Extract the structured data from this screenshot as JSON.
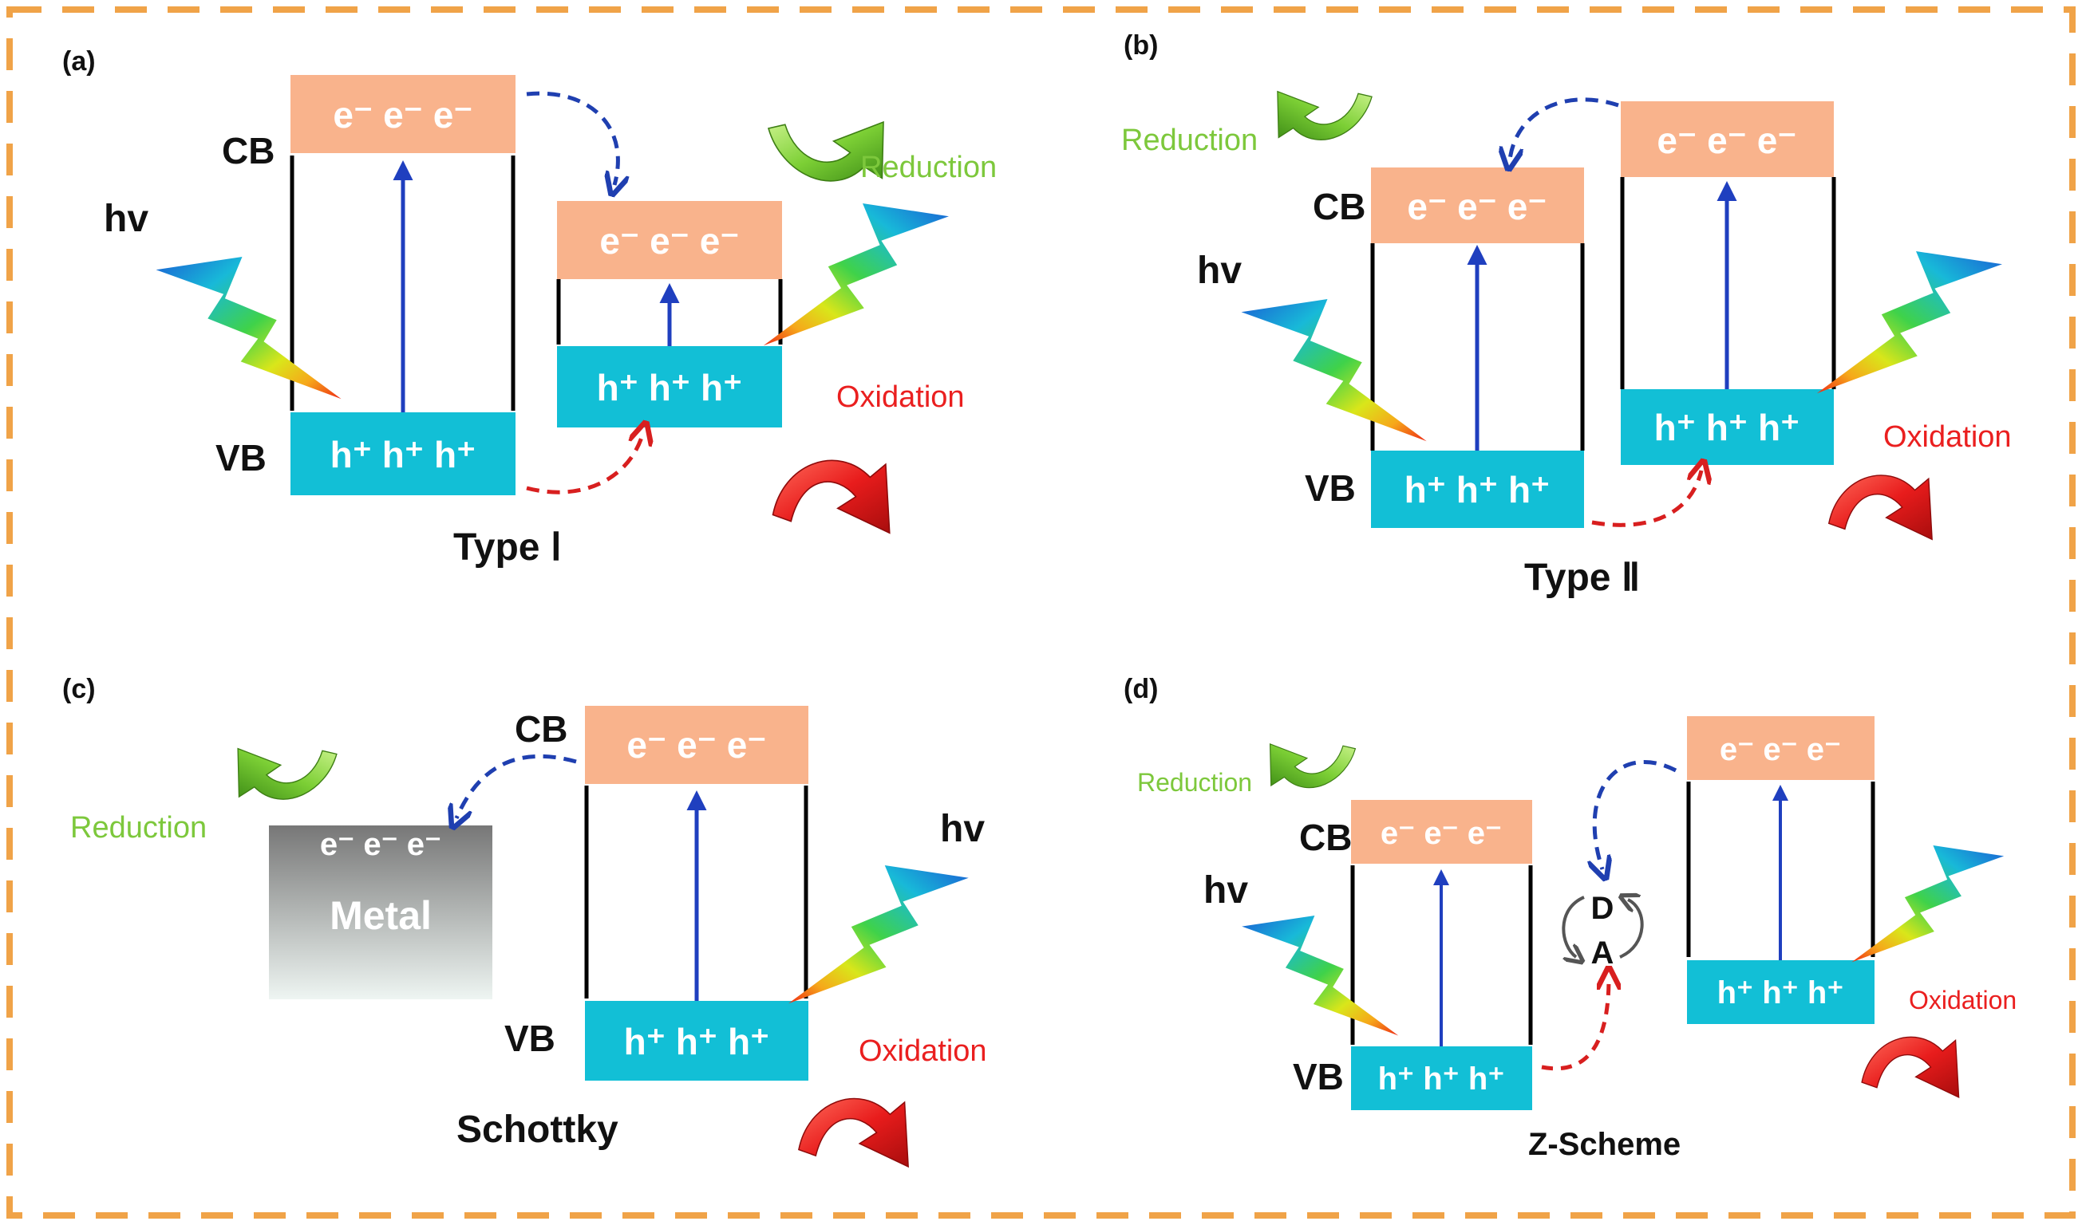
{
  "colors": {
    "cb_fill": "#f9b38c",
    "vb_fill": "#12bfd6",
    "frame_dash": "#f0a348",
    "excitation_arrow": "#1f3fbf",
    "electron_transfer": "#1f3fb0",
    "hole_transfer": "#d81f1f",
    "reduction_text": "#7dc83c",
    "oxidation_text": "#ea1f1f",
    "metal_gradient_top": "#7a7a7a",
    "metal_gradient_bottom": "#eef5f2"
  },
  "icons": {
    "light": "rainbow-lightning-bolt-icon",
    "reduction": "green-curved-arrow-icon",
    "oxidation": "red-curved-arrow-icon"
  },
  "panels": {
    "a": {
      "label": "(a)",
      "cb_label": "CB",
      "vb_label": "VB",
      "hv_label": "hv",
      "electrons": "e⁻ e⁻ e⁻",
      "holes": "h⁺ h⁺ h⁺",
      "reduction": "Reduction",
      "oxidation": "Oxidation",
      "title": "Type Ⅰ"
    },
    "b": {
      "label": "(b)",
      "cb_label": "CB",
      "vb_label": "VB",
      "hv_label": "hv",
      "electrons": "e⁻ e⁻ e⁻",
      "holes": "h⁺ h⁺ h⁺",
      "reduction": "Reduction",
      "oxidation": "Oxidation",
      "title": "Type Ⅱ"
    },
    "c": {
      "label": "(c)",
      "cb_label": "CB",
      "vb_label": "VB",
      "hv_label": "hv",
      "electrons": "e⁻ e⁻ e⁻",
      "holes": "h⁺ h⁺ h⁺",
      "metal": "Metal",
      "reduction": "Reduction",
      "oxidation": "Oxidation",
      "title": "Schottky"
    },
    "d": {
      "label": "(d)",
      "cb_label": "CB",
      "vb_label": "VB",
      "hv_label": "hv",
      "electrons": "e⁻ e⁻ e⁻",
      "holes": "h⁺ h⁺ h⁺",
      "donor": "D",
      "acceptor": "A",
      "reduction": "Reduction",
      "oxidation": "Oxidation",
      "title": "Z-Scheme"
    }
  }
}
